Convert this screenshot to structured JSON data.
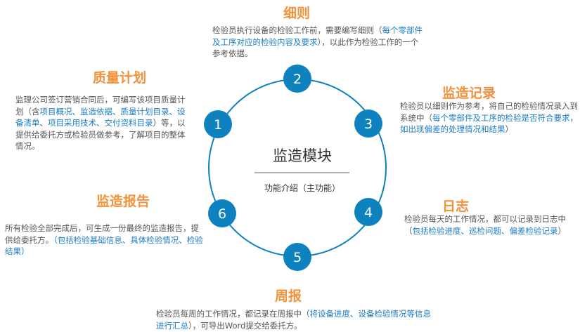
{
  "center": {
    "title": "监造模块",
    "subtitle": "功能介绍（主功能）"
  },
  "nodes": [
    "1",
    "2",
    "3",
    "4",
    "5",
    "6"
  ],
  "colors": {
    "node": "#0d82bf",
    "title": "#f4913a",
    "highlight": "#1a7bc0"
  },
  "sections": [
    {
      "title": "质量计划",
      "segments": [
        "监理公司签订营销合同后，可编写该项目质量计划（含",
        "项目概况、监造依据、质量计划目录、设备清单、项目采用技术、交付资料目录",
        "）等，以提供给委托方或检验员做参考，了解项目的整体情况。"
      ]
    },
    {
      "title": "细则",
      "segments": [
        "检验员执行设备的检验工作前，需要编写细则（",
        "每个零部件及工序对应的检验内容及要求",
        "），以此作为检验工作的一个参考依据。"
      ]
    },
    {
      "title": "监造记录",
      "segments": [
        "检验员以细则作为参考，将自己的检验情况录入到系统中（",
        "每个零部件及工序的检验是否符合要求，如出现偏差的处理情况和结果",
        "）"
      ]
    },
    {
      "title": "日志",
      "segments": [
        "检验员每天的工作情况，都可以记录到日志中（",
        "包括检验进度、巡检问题、偏差检验记录",
        "）"
      ]
    },
    {
      "title": "周报",
      "segments": [
        "检验员每周的工作情况，都记录在周报中（",
        "将设备进度、设备检验情况等信息进行汇总",
        "），可导出Word提交给委托方。"
      ]
    },
    {
      "title": "监造报告",
      "segments": [
        "所有检验全部完成后，可生成一份最终的监造报告，提供给委托方。",
        "（包括检验基础信息、具体检验情况、检验结果）",
        ""
      ]
    }
  ]
}
